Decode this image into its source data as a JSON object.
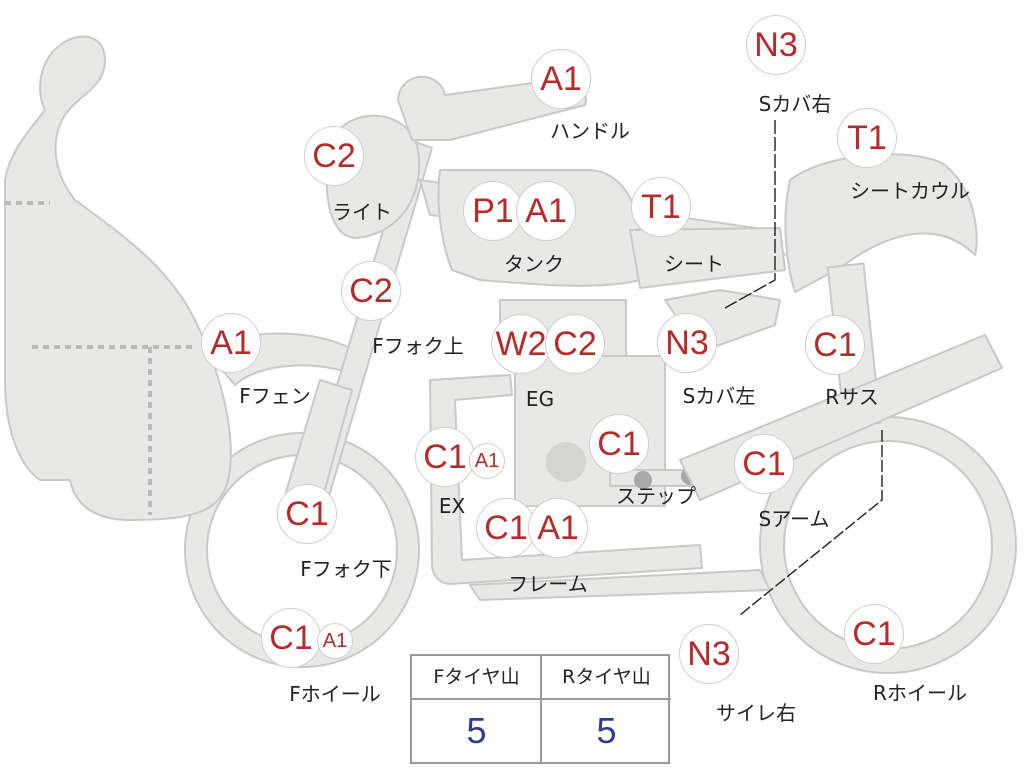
{
  "colors": {
    "badge_text": "#b52a2a",
    "part_fill": "#e8e8e6",
    "part_stroke": "#c9c9c9",
    "tire_value": "#2c3f8f"
  },
  "parts": [
    {
      "id": "handle",
      "badges": [
        {
          "code": "A1"
        }
      ],
      "label": "ハンドル"
    },
    {
      "id": "light",
      "badges": [
        {
          "code": "C2"
        }
      ],
      "label": "ライト"
    },
    {
      "id": "tank",
      "badges": [
        {
          "code": "P1"
        },
        {
          "code": "A1"
        }
      ],
      "label": "タンク"
    },
    {
      "id": "seat",
      "badges": [
        {
          "code": "T1"
        }
      ],
      "label": "シート"
    },
    {
      "id": "seatcowl",
      "badges": [
        {
          "code": "T1"
        }
      ],
      "label": "シートカウル"
    },
    {
      "id": "scover_r",
      "badges": [
        {
          "code": "N3"
        }
      ],
      "label": "Sカバ右"
    },
    {
      "id": "ffork_upper",
      "badges": [
        {
          "code": "C2"
        }
      ],
      "label": "Fフォク上"
    },
    {
      "id": "ffender",
      "badges": [
        {
          "code": "A1"
        }
      ],
      "label": "Fフェン"
    },
    {
      "id": "eg",
      "badges": [
        {
          "code": "W2"
        },
        {
          "code": "C2"
        }
      ],
      "label": "EG"
    },
    {
      "id": "scover_l",
      "badges": [
        {
          "code": "N3"
        }
      ],
      "label": "Sカバ左"
    },
    {
      "id": "rsus",
      "badges": [
        {
          "code": "C1"
        }
      ],
      "label": "Rサス"
    },
    {
      "id": "ex",
      "badges": [
        {
          "code": "C1"
        },
        {
          "code": "A1"
        }
      ],
      "label": "EX"
    },
    {
      "id": "step",
      "badges": [
        {
          "code": "C1"
        }
      ],
      "label": "ステップ"
    },
    {
      "id": "sarm",
      "badges": [
        {
          "code": "C1"
        }
      ],
      "label": "Sアーム"
    },
    {
      "id": "ffork_lower",
      "badges": [
        {
          "code": "C1"
        }
      ],
      "label": "Fフォク下"
    },
    {
      "id": "frame",
      "badges": [
        {
          "code": "C1"
        },
        {
          "code": "A1"
        }
      ],
      "label": "フレーム"
    },
    {
      "id": "fwheel",
      "badges": [
        {
          "code": "C1"
        },
        {
          "code": "A1"
        }
      ],
      "label": "Fホイール"
    },
    {
      "id": "silencer_r",
      "badges": [
        {
          "code": "N3"
        }
      ],
      "label": "サイレ右"
    },
    {
      "id": "rwheel",
      "badges": [
        {
          "code": "C1"
        }
      ],
      "label": "Rホイール"
    }
  ],
  "tire_table": {
    "headers": [
      "Fタイヤ山",
      "Rタイヤ山"
    ],
    "values": [
      "5",
      "5"
    ]
  }
}
